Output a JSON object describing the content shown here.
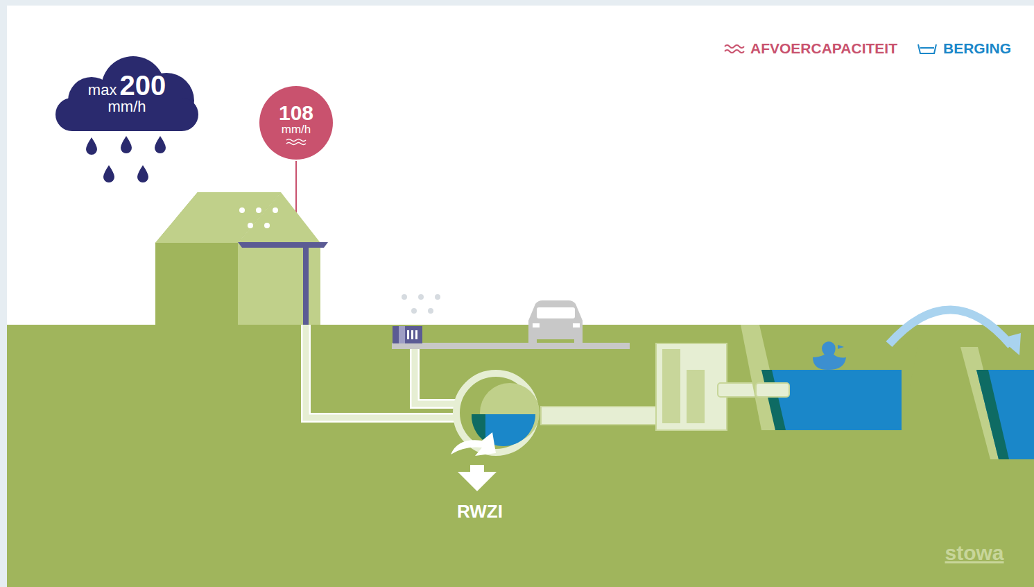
{
  "diagram": {
    "nodes": [
      {
        "text": [
          "max",
          "200",
          "mm/h"
        ]
      },
      {
        "text": [
          "108",
          "mm/h"
        ]
      }
    ],
    "labels": [
      "RWZI",
      "stowa"
    ],
    "legend": [
      {
        "text": "AFVOERCAPACITEIT"
      },
      {
        "text": "BERGING"
      }
    ]
  }
}
